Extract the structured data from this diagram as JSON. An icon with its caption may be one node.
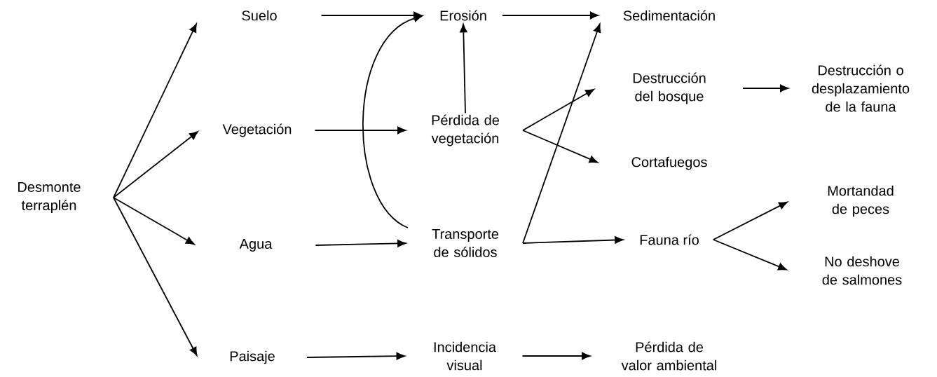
{
  "diagram": {
    "nodes": [
      {
        "text": [
          "Desmonte terraplén"
        ]
      },
      {
        "text": [
          "Suelo"
        ]
      },
      {
        "text": [
          "Vegetación"
        ]
      },
      {
        "text": [
          "Agua"
        ]
      },
      {
        "text": [
          "Paisaje"
        ]
      },
      {
        "text": [
          "Erosión"
        ]
      },
      {
        "text": [
          "Pérdida de vegetación"
        ]
      },
      {
        "text": [
          "Transporte de sólidos"
        ]
      },
      {
        "text": [
          "Incidencia visual"
        ]
      },
      {
        "text": [
          "Sedimentación"
        ]
      },
      {
        "text": [
          "Destrucción del bosque"
        ]
      },
      {
        "text": [
          "Cortafuegos"
        ]
      },
      {
        "text": [
          "Fauna río"
        ]
      },
      {
        "text": [
          "Pérdida de valor ambiental"
        ]
      },
      {
        "text": [
          "Destrucción o desplazamiento de la fauna"
        ]
      },
      {
        "text": [
          "Mortandad de peces"
        ]
      },
      {
        "text": [
          "No deshove de salmones"
        ]
      }
    ],
    "edges": [
      {
        "from": 0,
        "to": 1,
        "arrow": "to"
      },
      {
        "from": 0,
        "to": 2,
        "arrow": "to"
      },
      {
        "from": 0,
        "to": 3,
        "arrow": "to"
      },
      {
        "from": 0,
        "to": 4,
        "arrow": "to"
      },
      {
        "from": 1,
        "to": 5,
        "arrow": "to"
      },
      {
        "from": 2,
        "to": 6,
        "arrow": "to"
      },
      {
        "from": 3,
        "to": 7,
        "arrow": "to"
      },
      {
        "from": 4,
        "to": 8,
        "arrow": "to"
      },
      {
        "from": 6,
        "to": 5,
        "arrow": "to"
      },
      {
        "from": 7,
        "to": 5,
        "arrow": "to"
      },
      {
        "from": 5,
        "to": 9,
        "arrow": "to"
      },
      {
        "from": 7,
        "to": 9,
        "arrow": "to"
      },
      {
        "from": 6,
        "to": 10,
        "arrow": "to"
      },
      {
        "from": 6,
        "to": 11,
        "arrow": "to"
      },
      {
        "from": 7,
        "to": 12,
        "arrow": "to"
      },
      {
        "from": 10,
        "to": 14,
        "arrow": "to"
      },
      {
        "from": 12,
        "to": 15,
        "arrow": "to"
      },
      {
        "from": 12,
        "to": 16,
        "arrow": "to"
      },
      {
        "from": 8,
        "to": 13,
        "arrow": "to"
      }
    ]
  }
}
